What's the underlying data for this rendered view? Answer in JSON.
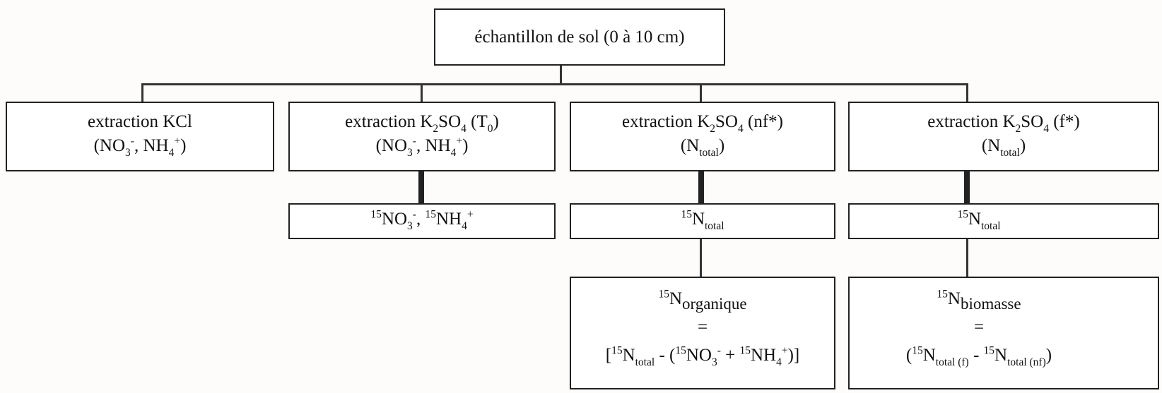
{
  "root": {
    "label": "échantillon de sol (0 à 10 cm)"
  },
  "col1": {
    "title": "extraction KCl",
    "species": {
      "no3": "NO",
      "no3_sub": "3",
      "no3_sup": "-",
      "sep": ", ",
      "nh4": "NH",
      "nh4_sub": "4",
      "nh4_sup": "+"
    }
  },
  "col2": {
    "title_prefix": "extraction K",
    "title_sub1": "2",
    "title_mid": "SO",
    "title_sub2": "4",
    "title_suffix_open": " (T",
    "title_sub3": "0",
    "title_suffix_close": ")",
    "species": {
      "no3": "NO",
      "no3_sub": "3",
      "no3_sup": "-",
      "sep": ", ",
      "nh4": "NH",
      "nh4_sub": "4",
      "nh4_sup": "+"
    },
    "isotope": {
      "sup1": "15",
      "no3": "NO",
      "no3_sub": "3",
      "no3_sup": "-",
      "sep": ", ",
      "sup2": "15",
      "nh4": "NH",
      "nh4_sub": "4",
      "nh4_sup": "+"
    }
  },
  "col3": {
    "title_prefix": "extraction K",
    "title_sub1": "2",
    "title_mid": "SO",
    "title_sub2": "4",
    "title_suffix": " (nf*)",
    "ntotal": {
      "n": "N",
      "sub": "total"
    },
    "isotope": {
      "sup": "15",
      "n": "N",
      "sub": "total"
    },
    "formula": {
      "sup": "15",
      "n": "N",
      "sub": "organique",
      "eq": "=",
      "expr_open": "[",
      "e_sup1": "15",
      "e_n1": "N",
      "e_sub1": "total",
      "e_minus": " - (",
      "e_sup2": "15",
      "e_no3": "NO",
      "e_no3_sub": "3",
      "e_no3_sup": "-",
      "e_plus": " + ",
      "e_sup3": "15",
      "e_nh4": "NH",
      "e_nh4_sub": "4",
      "e_nh4_sup": "+",
      "expr_close": ")]"
    }
  },
  "col4": {
    "title_prefix": "extraction K",
    "title_sub1": "2",
    "title_mid": "SO",
    "title_sub2": "4",
    "title_suffix": " (f*)",
    "ntotal": {
      "n": "N",
      "sub": "total"
    },
    "isotope": {
      "sup": "15",
      "n": "N",
      "sub": "total"
    },
    "formula": {
      "sup": "15",
      "n": "N",
      "sub": "biomasse",
      "eq": "=",
      "expr_open": "(",
      "e_sup1": "15",
      "e_n1": "N",
      "e_sub1": "total (f)",
      "e_minus": " - ",
      "e_sup2": "15",
      "e_n2": "N",
      "e_sub2": "total (nf)",
      "expr_close": ")"
    }
  }
}
